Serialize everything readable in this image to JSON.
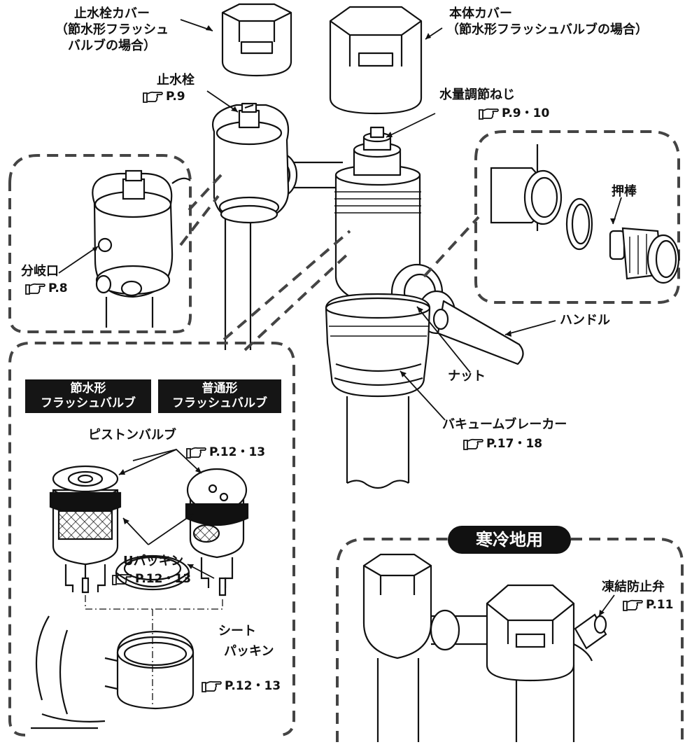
{
  "labels": {
    "stop_valve_cover": [
      "止水栓カバー",
      "（節水形フラッシュ",
      "バルブの場合）"
    ],
    "body_cover": [
      "本体カバー",
      "（節水形フラッシュバルブの場合）"
    ],
    "stop_valve": "止水栓",
    "stop_valve_ref": "P.9",
    "water_adjust_screw": "水量調節ねじ",
    "water_adjust_ref": "P.9・10",
    "branch_port": "分岐口",
    "branch_port_ref": "P.8",
    "push_rod": "押棒",
    "handle": "ハンドル",
    "nut": "ナット",
    "vacuum_breaker": "バキュームブレーカー",
    "vacuum_breaker_ref": "P.17・18",
    "water_saving_type": [
      "節水形",
      "フラッシュバルブ"
    ],
    "standard_type": [
      "普通形",
      "フラッシュバルブ"
    ],
    "piston_valve": "ピストンバルブ",
    "piston_valve_ref": "P.12・13",
    "u_packing": "Uパッキン",
    "u_packing_ref": "P.12・13",
    "seat_packing": [
      "シート",
      "パッキン"
    ],
    "seat_packing_ref": "P.12・13",
    "cold_region": "寒冷地用",
    "antifreeze_valve": "凍結防止弁",
    "antifreeze_ref": "P.11"
  }
}
